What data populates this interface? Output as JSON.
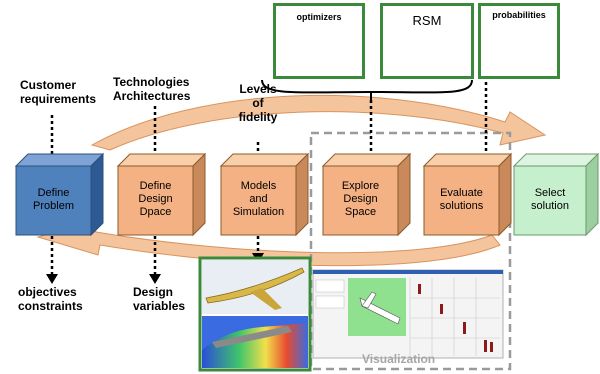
{
  "inputs": {
    "customer": [
      "Customer",
      "requirements"
    ],
    "technologies": [
      "Technologies",
      "Architectures"
    ],
    "fidelity": [
      "Levels",
      "of",
      "fidelity"
    ]
  },
  "steps": [
    {
      "lines": [
        "Define",
        "Problem"
      ],
      "color": "#4f81bd"
    },
    {
      "lines": [
        "Define",
        "Design",
        "Dpace"
      ],
      "color": "#f4b183"
    },
    {
      "lines": [
        "Models",
        "and",
        "Simulation"
      ],
      "color": "#f4b183"
    },
    {
      "lines": [
        "Explore",
        "Design",
        "Space"
      ],
      "color": "#f4b183"
    },
    {
      "lines": [
        "Evaluate",
        "solutions"
      ],
      "color": "#f4b183"
    },
    {
      "lines": [
        "Select",
        "solution"
      ],
      "color": "#c6efce"
    }
  ],
  "outputs": {
    "objectives": [
      "objectives",
      "constraints"
    ],
    "design_vars": [
      "Design",
      "variables"
    ]
  },
  "tools": {
    "optimizers": "optimizers",
    "rsm": "RSM",
    "probabilities": "probabilities"
  },
  "visualization_label": "Visualization",
  "colors": {
    "arrow_band": "#f4c49c",
    "panel_border": "#3b8a3b",
    "dashed_box": "#9a9a9a"
  }
}
